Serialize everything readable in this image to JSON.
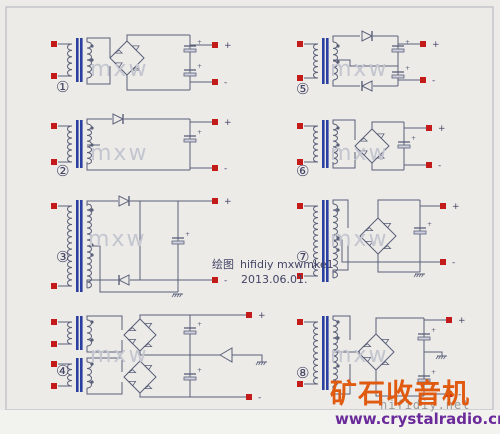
{
  "circuit_labels": [
    "①",
    "②",
    "③",
    "④",
    "⑤",
    "⑥",
    "⑦",
    "⑧"
  ],
  "watermark": "mxw",
  "credit": {
    "line1_cn": "绘图",
    "line1_en": "hifidiy  mxwmke1",
    "line2": "2013.06.01."
  },
  "terminal_plus": "+",
  "terminal_minus": "-",
  "site_logo": {
    "cn": "矿石收音机",
    "url": "www.crystalradio.cn"
  },
  "hifidiy_watermark": "hifidiy.net",
  "colors": {
    "background": "#ecebe8",
    "frame": "#b9bcc4",
    "wire": "#5a5f78",
    "transformer_core": "#2a3fa0",
    "terminal": "#c31a1a",
    "label": "#444466",
    "watermark": "#c3c5cf",
    "logo_orange": "#e05a10",
    "logo_purple": "#6a2a9a"
  }
}
